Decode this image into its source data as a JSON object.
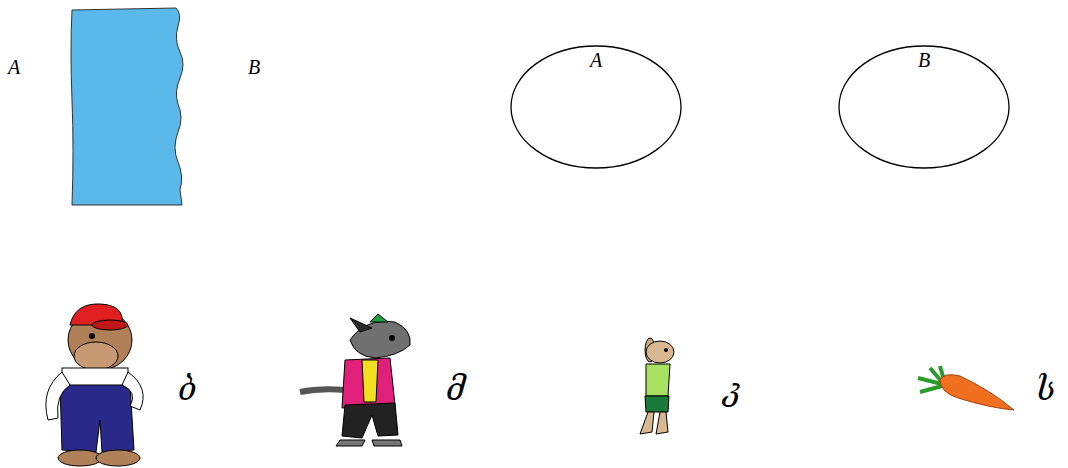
{
  "diagram": {
    "nodes": [
      {
        "text": [
          "A"
        ]
      },
      {
        "text": [
          "B"
        ]
      }
    ],
    "labels": [
      "A",
      "B",
      "ბ",
      "მ",
      "კ",
      "ს"
    ]
  }
}
